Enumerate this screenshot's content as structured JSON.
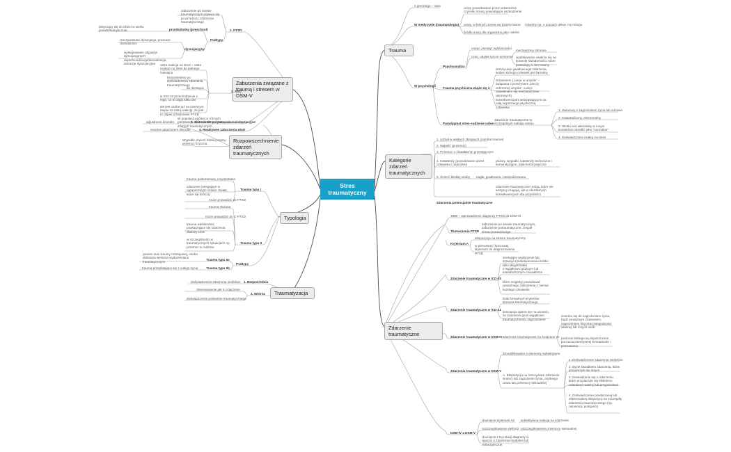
{
  "center": "Stres traumatyczny",
  "branches": {
    "trauma": "Trauma",
    "zaburzenia": "Zaburzenia związane z traumą i stresem w DSM-V",
    "rozpowszechnienie": "Rozpowszechnienie zdarzeń traumatycznych",
    "typologia": "Typologia",
    "traumatyzacja": "Traumatyzacja",
    "kategorie": "Kategorie zdarzeń traumatycznych",
    "zdarzenie": "Zdarzenie traumatyczne"
  },
  "trauma": {
    "greek": "z greckiego – rana",
    "med": "W medycynie (traumatologia)",
    "med1": "urazy powodowane przez przemożne czynniki ściany powodujące uszkodzenie",
    "med2": "urazy, w których zerwa się historyzowna",
    "med2b": "mówimy np. o urazach głowy czy mózgu",
    "med3": "źródło urazy dla organizmu jako całości",
    "psych": "W psychologii",
    "psa": "Psychoanaliza",
    "psa1": "Uszyc „tematy” wybiórczości",
    "psa2": "Uraz, ubytek tyrcze ochronne",
    "psa2a": "mechanizmy obronne",
    "psa2b": "wydobywanie uwalnia się za kontrolę świadomości, które powodują w nim traumy",
    "psywl": "Trauma psychiczna wiąże się z:",
    "psywl1": "przeżyciem gwałtownego zdarzenia, wobec którego człowiek jest bezsilny",
    "psywl2": "zranieniem („rana na umyśle” – związana z przeżyciem „tarczy ochronnej umysłu”, a więc zawaleniem się mechanizmów obronnych)",
    "psywl3": "konsekwencjami wstrząsającymi na całą organizację psychiczną człowieka",
    "paradyg": "Paradygmat stres–radzenie sobie",
    "paradyg_desc": "Zdarzenie traumatyczne to szczególnym rodzaju stresu",
    "paradyg1": "1. Zwiazany z zagrożeniem życia lub zdrowia",
    "paradyg2": "2. Katastroficzny, ekstremalny",
    "paradyg3": "3. Skutki nie należałoby w innym kontekście określić jako \"normalne\"",
    "paradyg4": "4. Doświadczanie reakcji na stres"
  },
  "zaburzenia": {
    "ptsd": "1. PTSD",
    "ptsd_desc": "zaburzenie po stresie traumatycznym pojawia się po przeżyciu zdarzenia traumatycznego",
    "podtypy": "Podtypy",
    "przed": "przedszkolny (preschool)",
    "przed_desc": "dotyczący się do dzieci w wieku przedszkolnym 6 lat",
    "dys": "dysocjacyjny",
    "dys1": "rzeczywistości dysocjacja, poczucie nierealności",
    "dys2": "występowanie objawów dysocjacyjnych: depersonalizacja/derealizacja, amnezja dysocjacyjna",
    "asd": "2. ASD",
    "asd1": "ostra reakcja na stres – ostre reakcje na stres do jednego miesiąca",
    "asd2": "bezpośrednio po doświadczeniu zdarzenia traumatycznego",
    "asd3": "do miesiąca",
    "asd4": "w ICD-10 przechodzenie z tego, co w ciągu kilku dni",
    "asd5": "ale jest osobe już na szerszym etapie na ostrą reakcję, że jest to objaw przejściowe PTSD",
    "adj": "3. Zaburzenie przystosowania/adaptacyjne",
    "adj_desc": "adjustment disorder",
    "rad": "4. Reaktywne zaburzenia więzi",
    "rad_desc": "reactive attachment disorder"
  },
  "rozpowszechnienie": {
    "r1": "W populacji ogólnej w różnych państwach od 40 do 90% w kategorii zdarzeń traumatycznych",
    "r2": "Wypadki, śmierć bliskiej osoby, przemoc fizyczna"
  },
  "typologia": {
    "t1": "Trauma typu I",
    "t1a": "trauma jednorazowa, incydentalna",
    "t1b": "zdarzenie polegające w ograniczonym czasie: trwałe, które się kończą",
    "t1c": "może prowadzić do PTSD",
    "t2": "Trauma typu II",
    "t2a": "trauma złożona",
    "t2b": "może prowadzić do C-PTSD",
    "t2c": "trauma wielokrotna, powtarzające się zdarzenia dłuższy czas",
    "t2d": "w szczególności w traumatycznych sytuacjach np. przemoc w rodzinie",
    "pod": "Podtypy",
    "ta": "Trauma typu IIa",
    "ta_desc": "pewien stan traumy rozwojowej, osoba dotknięta wieloma wydarzeniami traumatycznymi",
    "tb": "Trauma typu IIb",
    "tb_desc": "trauma przeplatająca się z całego życia"
  },
  "traumatyzacja": {
    "bez": "1. Bezpośrednia",
    "bez_desc": "doświadczenie zdarzenia osobiście",
    "wt": "2. Wtórna",
    "wt1": "obserwowanie jak to zdarzenie",
    "wt2": "doświadczenie pośrednie traumatycznego"
  },
  "kategorie": {
    "k1": "1. Udział w walkach zbrojnych (combat trauma)",
    "k2": "2. Napaść (przemoc)",
    "k3": "3. Przemoc o charakterze przestępczym",
    "k4": "4. Katastrofy (powodowane przez człowieka i naturalne)",
    "k4_desc": "pożary, wypadki, katastrofy techniczne i komunikacyjne, ataki terrorystyczne",
    "k5": "5. Śmierć bliskiej osoby",
    "k5_desc": "nagła, gwałtowna, niespodziewana",
    "pot": "Zdarzenia potencjalnie traumatyczne",
    "pot_desc": "zdarzenie traumatyczne rodzaj, które nie wszyscy reagują, ale w określonych konsekwencjach dla przyszłości"
  },
  "zdarzenie": {
    "rok": "1980 – wprowadzenie diagnozy PTSD do DSM-III",
    "ptsd_label": "Tłumaczenia PTSD",
    "ptsd_desc": "zaburzenie po stresie traumatycznym, zaburzenie potraumatyczne, zespół stresu pourazowego",
    "ka": "Kryterium A",
    "ka1": "ekspozycja na stresor traumatyczny",
    "ka2": "w pierwotnej i końcowej kryterium do diagnozowania PTSD",
    "icd10": "Zdarzenie traumatyczne w ICD-10",
    "icd10a": "stresujące wydarzenie lub sytuacja (niedeklarowana krótko albo długotrwałe)",
    "icd10b": "o wyjątkowo groźnym lub katastroficznym charakterze",
    "icd10c": "które mogłoby powodować poważnego zaburzenia z niemal każdego człowieka",
    "icd11": "Zdarzenie traumatyczne w ICD-11",
    "icd11a": "brak formalnych kryteriów stresora traumatycznego",
    "icd11b": "koncepcja opiera się na uznaniu, że zdarzenie grozi wyjątkowo traumatycznemu zagrożeniem",
    "dsm4": "Zdarzenie traumatyczne w DSM-IV",
    "dsm4_desc": "zdarzenie traumatyczne za związane ze",
    "dsm4a": "zmierza się do zagrożeniem życia, bądź poważnym zranieniem, zagrożeniem fizycznej integralności własnej lub innych osób",
    "dsm4b": "podczas którego są dopuszczone poczucia intensywnej bezradności i przerażenia",
    "dsm5": "Zdarzenia traumatyczne w DSM-V",
    "dsm5_desc": "Zmodyfikowano o elementy subiektywne",
    "dsm5a": "A. Ekspozycja na rzeczywiste zdarzenie śmierci lub zagrożenie życia, ciężkiego urazu lub przemocy seksualnej",
    "dsm5_1": "1. Doświadczenie zdarzenia osobiście",
    "dsm5_2": "2. Bycie świadkiem zdarzenia, które przydarzyło się innym",
    "dsm5_3": "3. Dowiedzenie się o zdarzeniu, które przydarzyło się bliskiemu członkowi rodziny lub przyjacielowi",
    "dsm5_4": "4. Doświadczenie powtarzanej lub ekstremalnej ekspozycji na szczegóły zdarzenia traumatycznego (np. ratownicy, policjanci)",
    "cmp": "DSM-IV a DSM-V",
    "cmp1": "Usunięcie kryterium A2",
    "cmp1b": "subiektywna reakcja na zdarzenie",
    "cmp2": "Uszczegółowienie definicji",
    "cmp2b": "uszczegółowienie przemocy seksualnej",
    "cmp3": "Usunięcie z tej relacji diagnozy w oparciu o zdarzenia medialne lub niebezpieczne"
  }
}
